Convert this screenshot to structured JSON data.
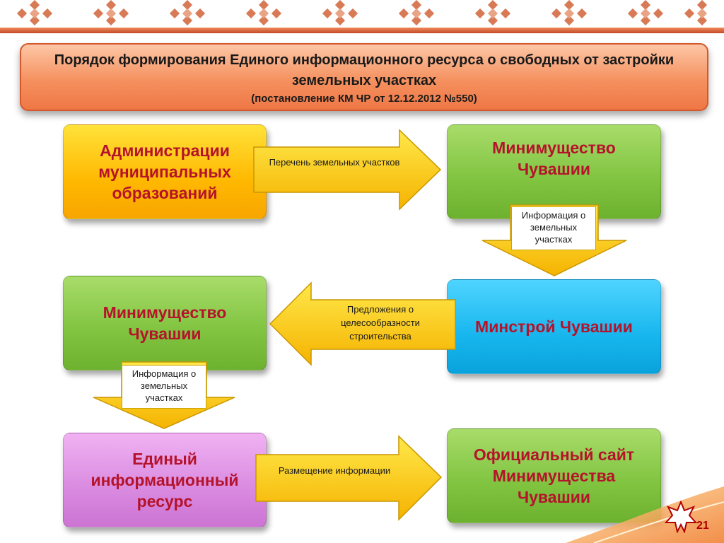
{
  "title": {
    "main": "Порядок формирования Единого информационного ресурса о свободных от застройки земельных участках",
    "sub": "(постановление КМ ЧР от 12.12.2012 №550)"
  },
  "nodes": {
    "admin": "Администрации муниципальных образований",
    "minimush_1": "Минимущество Чувашии",
    "minstroy": "Минстрой Чувашии",
    "minimush_2": "Минимущество Чувашии",
    "resource": "Единый информационный ресурс",
    "site": "Официальный сайт Минимущества Чувашии"
  },
  "edges": {
    "list": "Перечень земельных участков",
    "info_1": "Информация о земельных участках",
    "proposals": "Предложения о целесообразности строительства",
    "info_2": "Информация о земельных участках",
    "placement": "Размещение информации"
  },
  "page_number": "21",
  "colors": {
    "title_box": "#f5915f",
    "node_text": "#b5132b",
    "yellow": "#ffc400",
    "green": "#7fc33f",
    "cyan": "#17b6ee",
    "violet": "#d98ae0"
  }
}
